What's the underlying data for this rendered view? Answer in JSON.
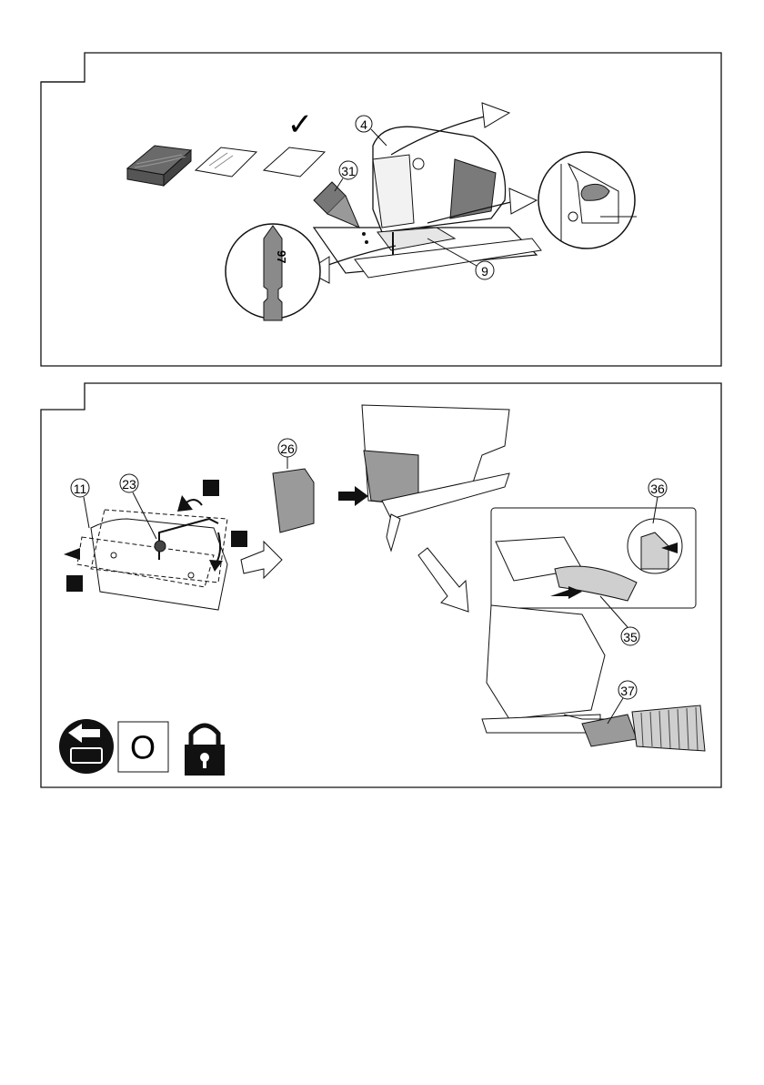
{
  "panel_top": {
    "check_mark": "✓",
    "blade_marking": "97",
    "callouts": {
      "c4": "4",
      "c31": "31",
      "c9": "9"
    },
    "icons": [
      "wood-board-icon",
      "metal-sheet-icon",
      "plastic-sheet-icon",
      "check-icon",
      "oil-bottle-icon",
      "jigsaw-icon",
      "blade-detail-icon",
      "lever-detail-icon"
    ]
  },
  "panel_bottom": {
    "callouts": {
      "c11": "11",
      "c23": "23",
      "c26": "26",
      "c36": "36",
      "c35": "35",
      "c37": "37"
    },
    "switch_off_symbol": "O",
    "icons": [
      "remove-battery-icon",
      "switch-off-icon",
      "lock-icon",
      "dust-adapter-icon",
      "vacuum-hose-icon"
    ],
    "colors": {
      "plastic_cover": "#9a9a9a",
      "light_gray": "#cfcfcf",
      "ink": "#111111"
    }
  }
}
